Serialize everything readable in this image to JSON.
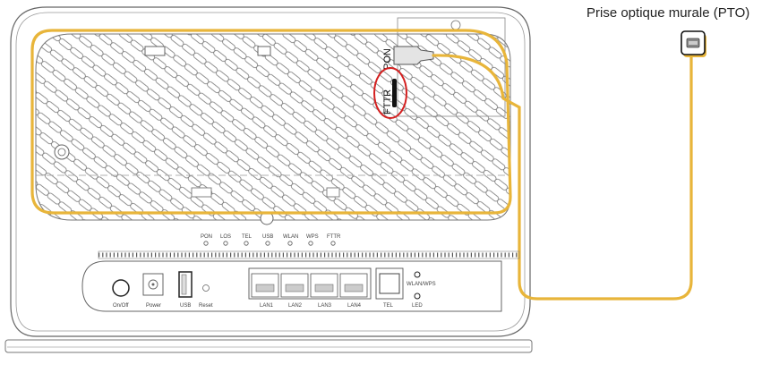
{
  "pto": {
    "title": "Prise optique murale (PTO)",
    "icon": "optical-wall-socket-icon"
  },
  "router": {
    "side_labels": {
      "pon": "PON",
      "fttr": "FTTR"
    },
    "leds": [
      {
        "label": "PON"
      },
      {
        "label": "LOS"
      },
      {
        "label": "TEL"
      },
      {
        "label": "USB"
      },
      {
        "label": "WLAN"
      },
      {
        "label": "WPS"
      },
      {
        "label": "FTTR"
      }
    ],
    "ports": {
      "onoff": "On/Off",
      "power": "Power",
      "usb": "USB",
      "reset": "Reset",
      "lan1": "LAN1",
      "lan2": "LAN2",
      "lan3": "LAN3",
      "lan4": "LAN4",
      "tel": "TEL",
      "wlan_wps": "WLAN/WPS",
      "led": "LED"
    }
  },
  "colors": {
    "fiber_cable": "#e8b53a",
    "highlight_circle": "#d42020",
    "outline": "#555555"
  }
}
